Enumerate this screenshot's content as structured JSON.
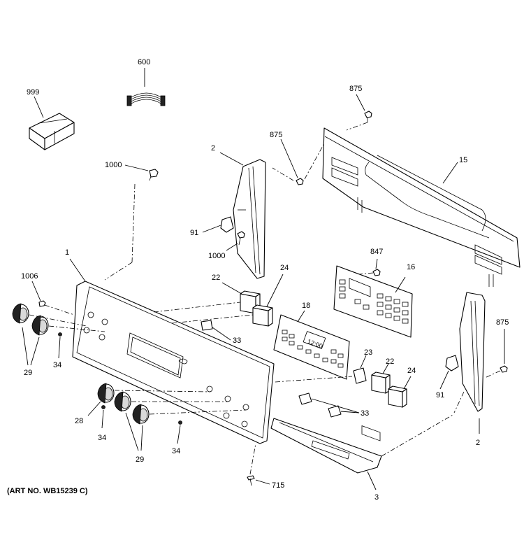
{
  "art_number": "(ART NO. WB15239 C)",
  "display_time": "12:00",
  "labels": {
    "l999": "999",
    "l600": "600",
    "l875a": "875",
    "l875b": "875",
    "l875c": "875",
    "l15": "15",
    "l2a": "2",
    "l2b": "2",
    "l1000a": "1000",
    "l1000b": "1000",
    "l91a": "91",
    "l91b": "91",
    "l847": "847",
    "l16": "16",
    "l1": "1",
    "l1006": "1006",
    "l22a": "22",
    "l22b": "22",
    "l24a": "24",
    "l24b": "24",
    "l18": "18",
    "l33a": "33",
    "l33b": "33",
    "l23": "23",
    "l29a": "29",
    "l29b": "29",
    "l34a": "34",
    "l34b": "34",
    "l34c": "34",
    "l28": "28",
    "l715": "715",
    "l3": "3"
  }
}
